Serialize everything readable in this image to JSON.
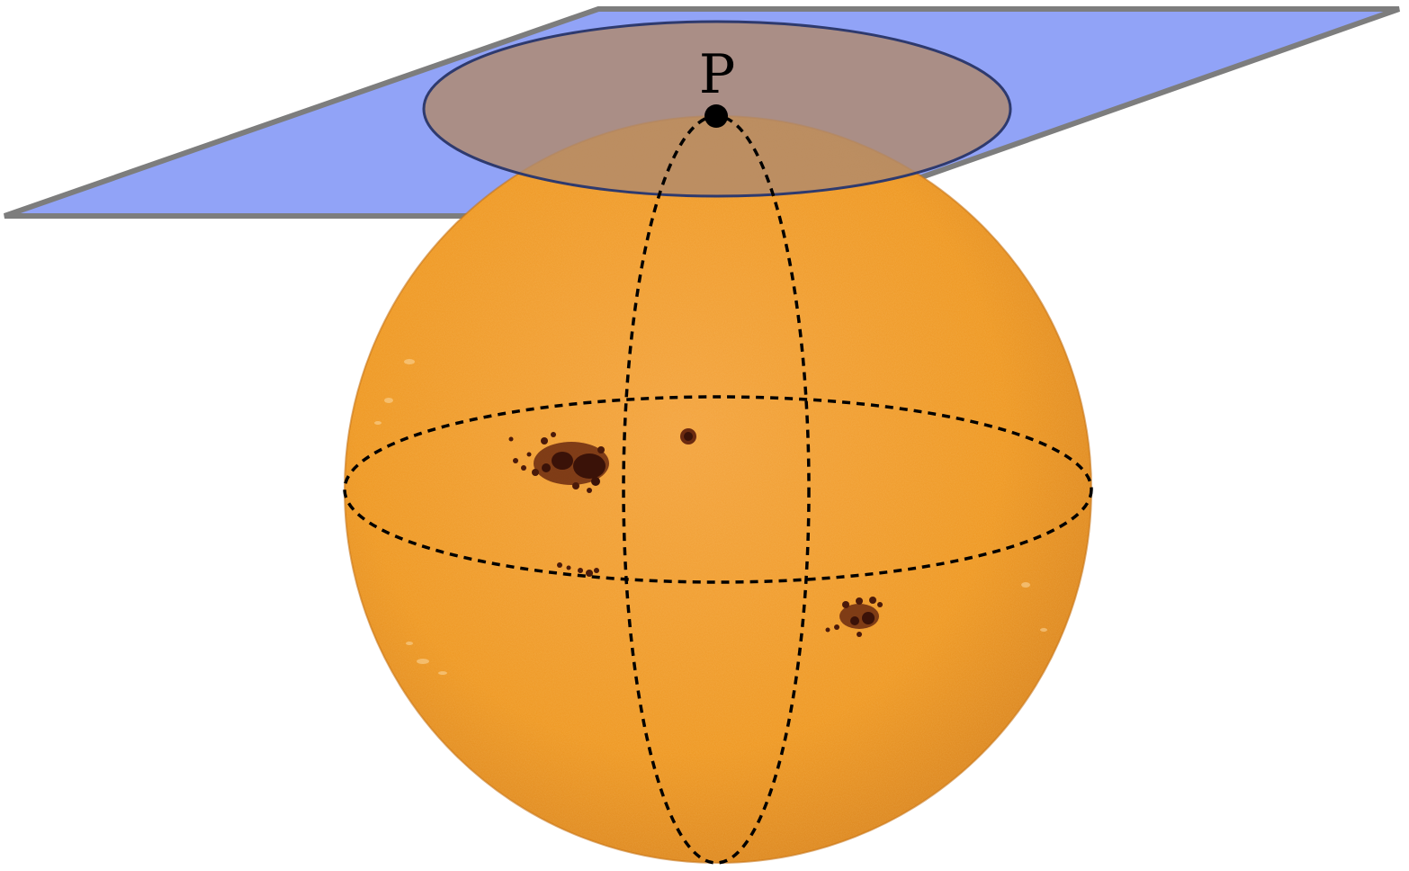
{
  "diagram": {
    "point_label": "P",
    "colors": {
      "background": "#ffffff",
      "plane_fill": "#91a3f7",
      "plane_edge": "#7d7d7d",
      "disk_fill": "#b08a6d",
      "disk_edge": "#2e3a6e",
      "sun_core": "#f3a23c",
      "sun_mid": "#ee961f",
      "sun_limb": "#d9821a",
      "sunspot": "#3a1208",
      "penumbra": "#6b2a10",
      "faculae": "#fbd9a0",
      "grid_lines": "#000000",
      "point": "#000000"
    },
    "icons": {
      "sun": "solar-disk-with-sunspots",
      "tangent_plane": "parallelogram-plane",
      "point": "filled-dot"
    }
  }
}
